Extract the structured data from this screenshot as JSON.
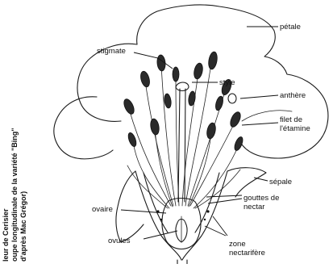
{
  "caption": {
    "line1": "leur de Cerisier",
    "line2": "oupe longitudinale de la variété \"Bing\"",
    "line3": "d'après Mac Grégor)"
  },
  "labels": {
    "petale": "pétale",
    "stigmate": "stigmate",
    "style": "style",
    "anthere": "anthère",
    "filet": "filet de",
    "filet2": "l'étamine",
    "sepale": "sépale",
    "gouttes": "gouttes de",
    "nectar": "nectar",
    "ovaire": "ovaire",
    "ovules": "ovules",
    "zone": "zone",
    "nectarifere": "nectarifère"
  }
}
